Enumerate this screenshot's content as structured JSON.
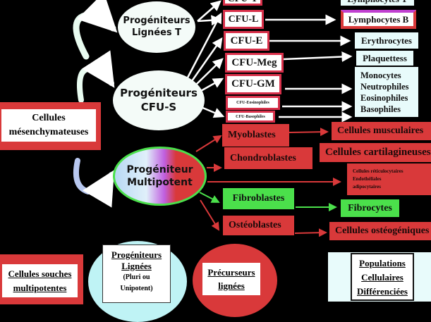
{
  "progenitors": {
    "lignees_t": [
      "Progéniteurs",
      "Lignées T"
    ],
    "cfu_s": [
      "Progéniteurs",
      "CFU-S"
    ],
    "multipotent": [
      "Progéniteur",
      "Multipotent"
    ]
  },
  "source": [
    "Cellules",
    "mésenchymateuses"
  ],
  "cfu": [
    "CFU-T",
    "CFU-L",
    "CFU-E",
    "CFU-Meg",
    "CFU-GM",
    "CFU-Eosinophiles",
    "CFU-Basophiles"
  ],
  "blood_cells": {
    "lymph_t": "Lymphocytes T",
    "lymph_b": "Lymphocytes B",
    "erythro": "Erythrocytes",
    "plaq": "Plaquettess",
    "gm": [
      "Monocytes",
      "Neutrophiles",
      "Eosinophiles",
      "Basophiles"
    ]
  },
  "mesenchymal": {
    "myo": "Myoblastes",
    "myo_out": "Cellules musculaires",
    "chondro": "Chondroblastes",
    "chondro_out": "Cellules cartilagineuses",
    "other_out": [
      "Cellules réticulocytaires",
      "Endothéliales",
      "adipocytaires"
    ],
    "fibro": "Fibroblastes",
    "fibro_out": "Fibrocytes",
    "osteo": "Ostéoblastes",
    "osteo_out": "Cellules ostéogéniques"
  },
  "legend": {
    "souches": [
      "Cellules souches",
      "multipotentes"
    ],
    "progeniteurs": [
      "Progéniteurs",
      "Lignées",
      "(Pluri ou",
      "Unipotent)"
    ],
    "precurseurs": [
      "Précurseurs",
      "lignées"
    ],
    "populations": [
      "Populations",
      "Cellulaires",
      "Différenciées"
    ]
  },
  "colors": {
    "red": "#d9393a",
    "green": "#4be04b",
    "cyan": "#bff3f5",
    "white": "#ffffff",
    "background": "#000000"
  }
}
